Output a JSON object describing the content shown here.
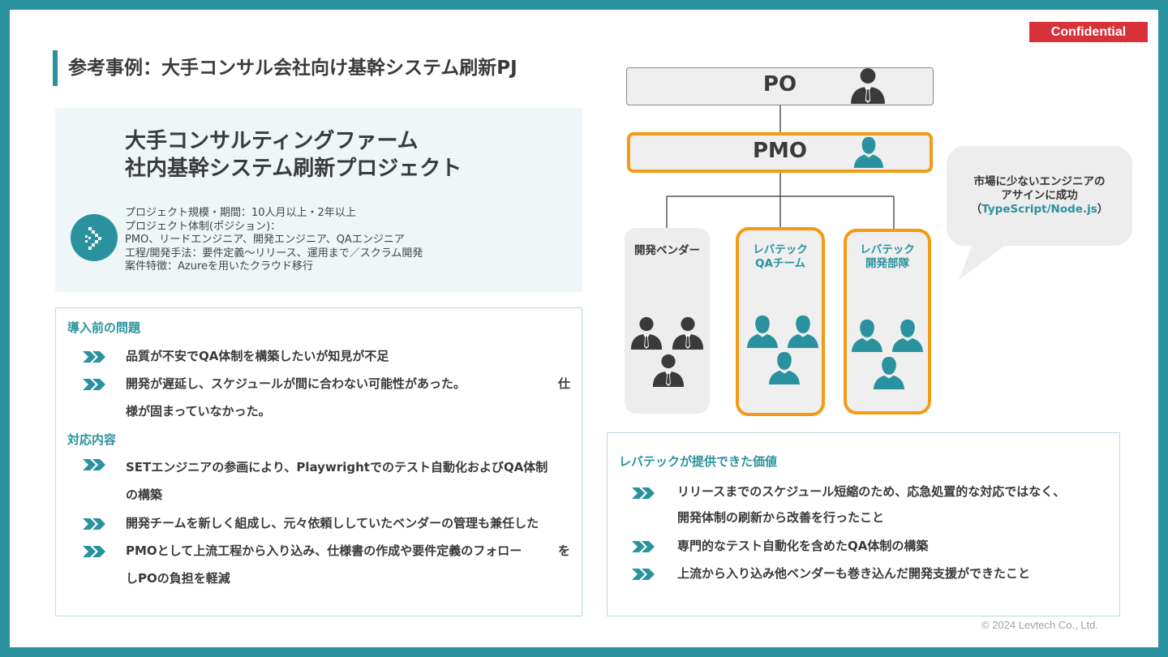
{
  "header": {
    "confidential_label": "Confidential",
    "title": "参考事例：大手コンサル会社向け基幹システム刷新PJ"
  },
  "summary": {
    "project_title_line1": "大手コンサルティングファーム",
    "project_title_line2": "社内基幹システム刷新プロジェクト",
    "details": [
      "プロジェクト規模・期間：10人月以上・2年以上",
      "プロジェクト体制(ポジション)：",
      "PMO、リードエンジニア、開発エンジニア、QAエンジニア",
      "工程/開発手法：要件定義〜リリース、運用まで／スクラム開発",
      "案件特徴：Azureを用いたクラウド移行"
    ]
  },
  "problems": {
    "heading": "導入前の問題",
    "items": [
      "品質が不安でQA体制を構築したいが知見が不足",
      "開発が遅延し、スケジュールが間に合わない可能性があった。",
      "仕",
      "様が固まっていなかった。"
    ]
  },
  "response": {
    "heading": "対応内容",
    "items": [
      "SETエンジニアの参画により、Playwrightでのテスト自動化およびQA体制",
      "の構築",
      "開発チームを新しく組成し、元々依頼ししていたベンダーの管理も兼任した",
      "PMOとして上流工程から入り込み、仕様書の作成や要件定義のフォロー",
      "を",
      "しPOの負担を軽減"
    ]
  },
  "org_chart": {
    "po_label": "PO",
    "pmo_label": "PMO",
    "vendor_label": "開発ベンダー",
    "qa_label_line1": "レバテック",
    "qa_label_line2": "QAチーム",
    "dev_label_line1": "レバテック",
    "dev_label_line2": "開発部隊",
    "person_icons": "person-icon"
  },
  "bubble": {
    "line1": "市場に少ないエンジニアの",
    "line2": "アサインに成功",
    "line3_open": "（",
    "line3_tech": "TypeScript/Node.js",
    "line3_close": "）"
  },
  "value": {
    "heading": "レバテックが提供できた価値",
    "items": [
      "リリースまでのスケジュール短縮のため、応急処置的な対応ではなく、",
      "開発体制の刷新から改善を行ったこと",
      "専門的なテスト自動化を含めたQA体制の構築",
      "上流から入り込み他ベンダーも巻き込んだ開発支援ができたこと"
    ]
  },
  "footer": {
    "copyright": "© 2024 Levtech Co., Ltd."
  },
  "colors": {
    "teal": "#2a929e",
    "orange": "#f39a16",
    "red": "#d7323a",
    "dark_person": "#3a3a3a"
  }
}
